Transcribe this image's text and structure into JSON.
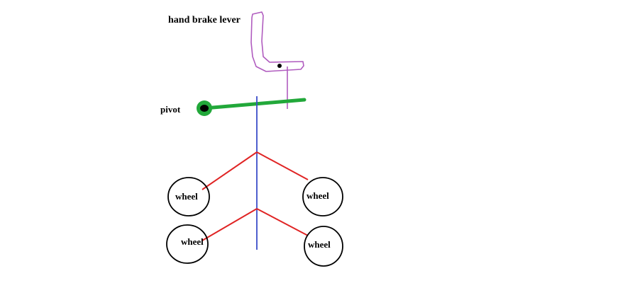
{
  "labels": {
    "lever": "hand brake lever",
    "pivot": "pivot",
    "wheels": [
      "wheel",
      "wheel",
      "wheel",
      "wheel"
    ]
  },
  "colors": {
    "lever": "#b05cbf",
    "pivot_arm": "#22a83a",
    "pivot_hub": "#22a83a",
    "cable": "#3a4cc8",
    "brake_links": "#e02424",
    "wheel": "#000000"
  }
}
